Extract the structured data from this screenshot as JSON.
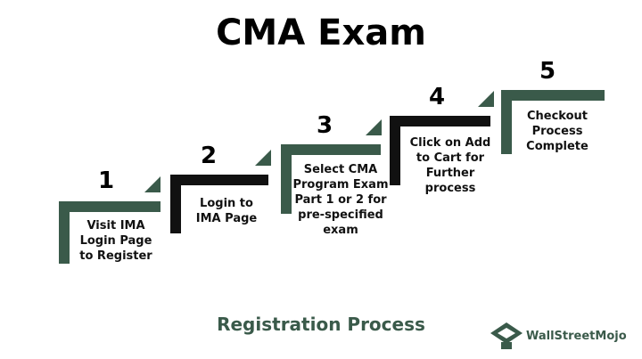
{
  "title": "CMA Exam",
  "subtitle": "Registration Process",
  "brand": "WallStreetMojo",
  "colors": {
    "green": "#3a5a4a",
    "black": "#111111"
  },
  "steps": [
    {
      "number": "1",
      "label": "Visit IMA\nLogin Page\nto Register"
    },
    {
      "number": "2",
      "label": "Login to\nIMA Page"
    },
    {
      "number": "3",
      "label": "Select CMA\nProgram Exam\nPart 1 or 2 for\npre-specified\nexam"
    },
    {
      "number": "4",
      "label": "Click on Add\nto Cart for\nFurther\nprocess"
    },
    {
      "number": "5",
      "label": "Checkout\nProcess\nComplete"
    }
  ]
}
